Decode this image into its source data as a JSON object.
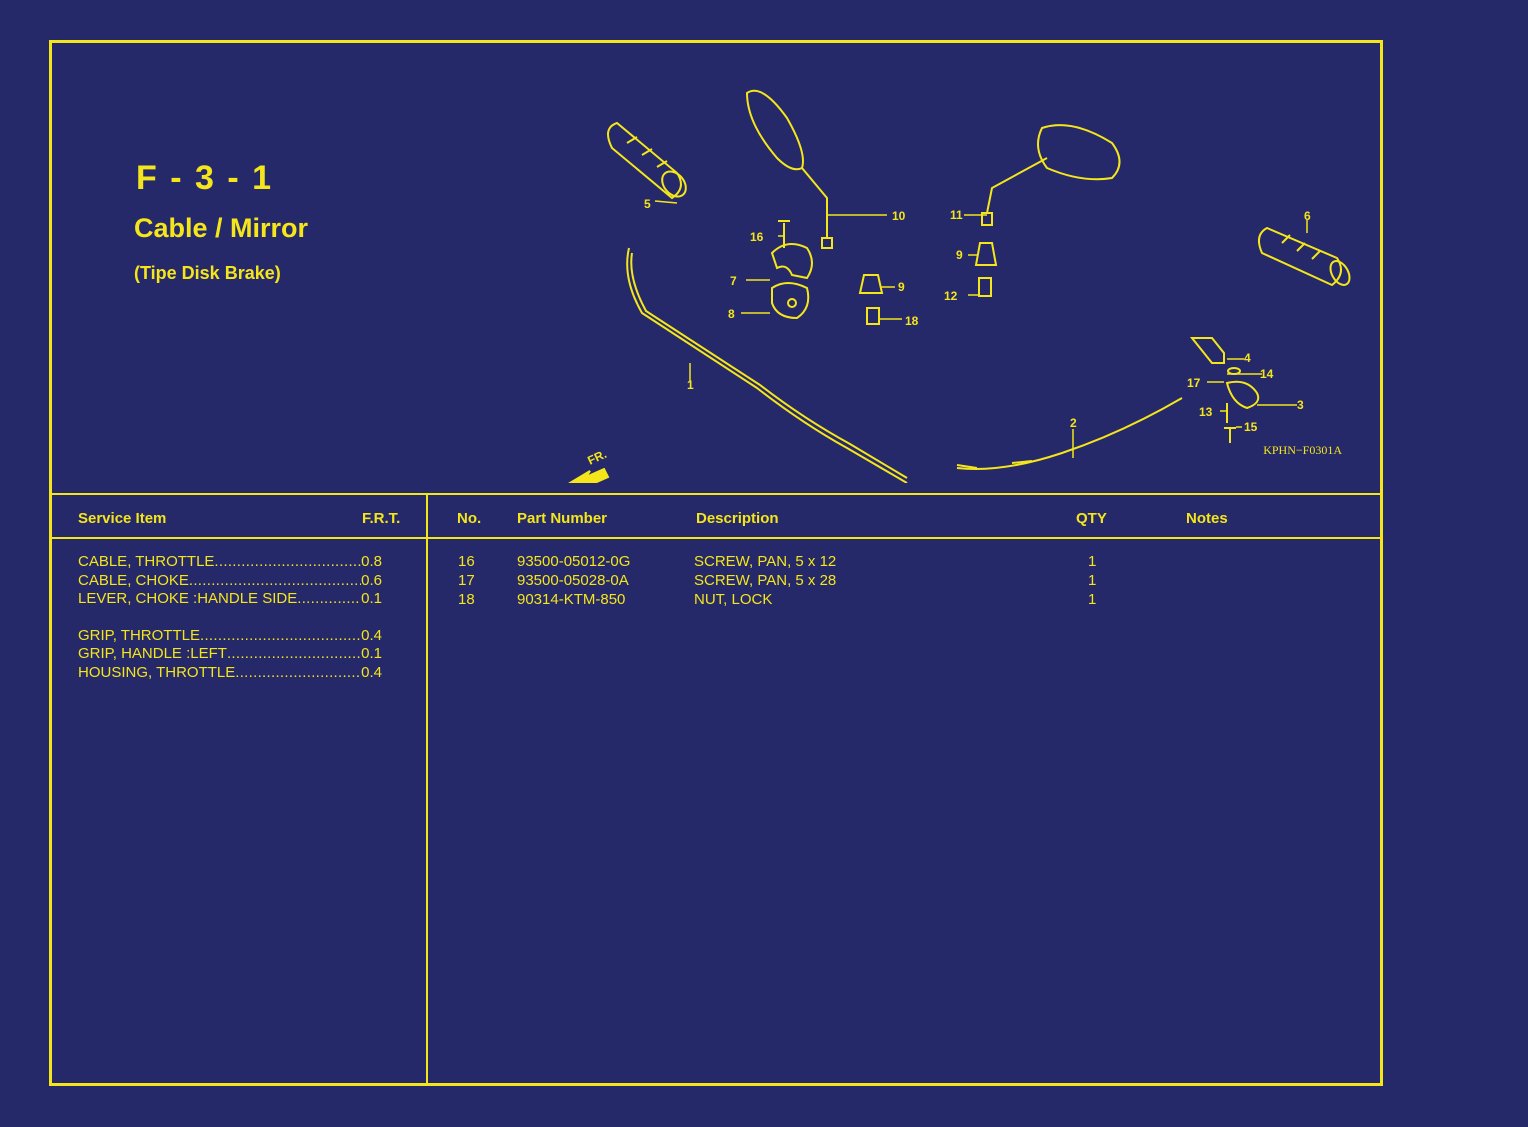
{
  "page": {
    "code": "F - 3 - 1",
    "title": "Cable / Mirror",
    "subtitle": "(Tipe Disk Brake)",
    "diagram_ref": "KPHN−F0301A",
    "direction_label": "FR."
  },
  "diagram": {
    "callouts": [
      "1",
      "2",
      "3",
      "4",
      "5",
      "6",
      "7",
      "8",
      "9",
      "9",
      "10",
      "11",
      "12",
      "13",
      "14",
      "15",
      "16",
      "17",
      "18"
    ]
  },
  "service_table": {
    "headers": {
      "item": "Service Item",
      "frt": "F.R.T."
    },
    "rows": [
      {
        "item": "CABLE, THROTTLE",
        "frt": "0.8"
      },
      {
        "item": "CABLE, CHOKE",
        "frt": "0.6"
      },
      {
        "item": "LEVER, CHOKE :HANDLE SIDE",
        "frt": "0.1"
      },
      {
        "item": "GRIP, THROTTLE",
        "frt": "0.4"
      },
      {
        "item": "GRIP, HANDLE :LEFT",
        "frt": "0.1"
      },
      {
        "item": "HOUSING, THROTTLE",
        "frt": "0.4"
      }
    ]
  },
  "parts_table": {
    "headers": {
      "no": "No.",
      "part_number": "Part Number",
      "description": "Description",
      "qty": "QTY",
      "notes": "Notes"
    },
    "rows": [
      {
        "no": "16",
        "part_number": "93500-05012-0G",
        "description": "SCREW, PAN, 5 x 12",
        "qty": "1",
        "notes": ""
      },
      {
        "no": "17",
        "part_number": "93500-05028-0A",
        "description": "SCREW, PAN, 5 x 28",
        "qty": "1",
        "notes": ""
      },
      {
        "no": "18",
        "part_number": "90314-KTM-850",
        "description": "NUT, LOCK",
        "qty": "1",
        "notes": ""
      }
    ]
  },
  "colors": {
    "background": "#262969",
    "ink": "#f4e61a"
  }
}
